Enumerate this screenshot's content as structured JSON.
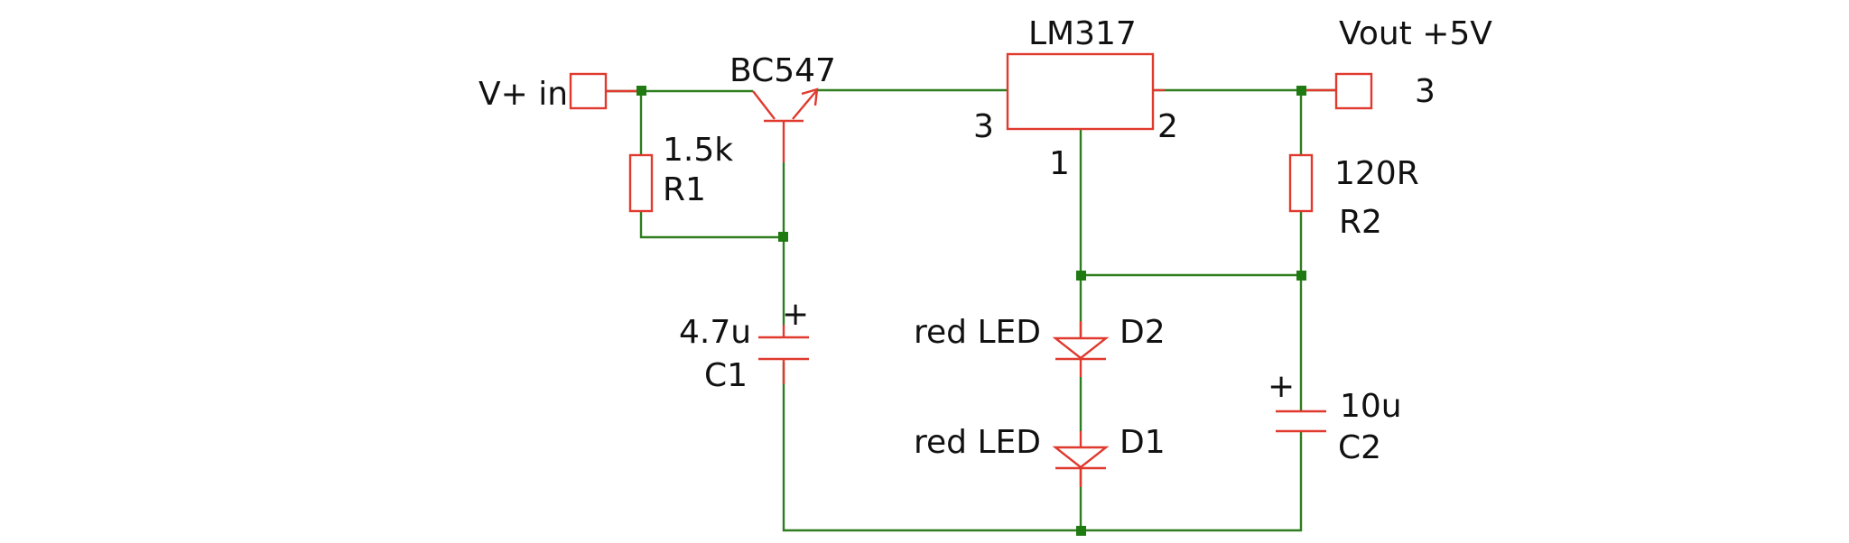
{
  "colors": {
    "wire": "#2e7d1e",
    "component": "#e0392e",
    "junction": "#1f7a12",
    "text": "#111111",
    "background": "#ffffff"
  },
  "ports": {
    "input_label": "V+ in",
    "output_label": "Vout +5V",
    "output_pin": "3"
  },
  "q1": {
    "part": "BC547"
  },
  "regulator": {
    "part": "LM317",
    "pin_in": "3",
    "pin_out": "2",
    "pin_adj": "1"
  },
  "r1": {
    "value": "1.5k",
    "ref": "R1"
  },
  "r2": {
    "value": "120R",
    "ref": "R2"
  },
  "c1": {
    "value": "4.7u",
    "ref": "C1",
    "polarity": "+"
  },
  "c2": {
    "value": "10u",
    "ref": "C2",
    "polarity": "+"
  },
  "d2": {
    "value": "red LED",
    "ref": "D2"
  },
  "d1": {
    "value": "red LED",
    "ref": "D1"
  }
}
